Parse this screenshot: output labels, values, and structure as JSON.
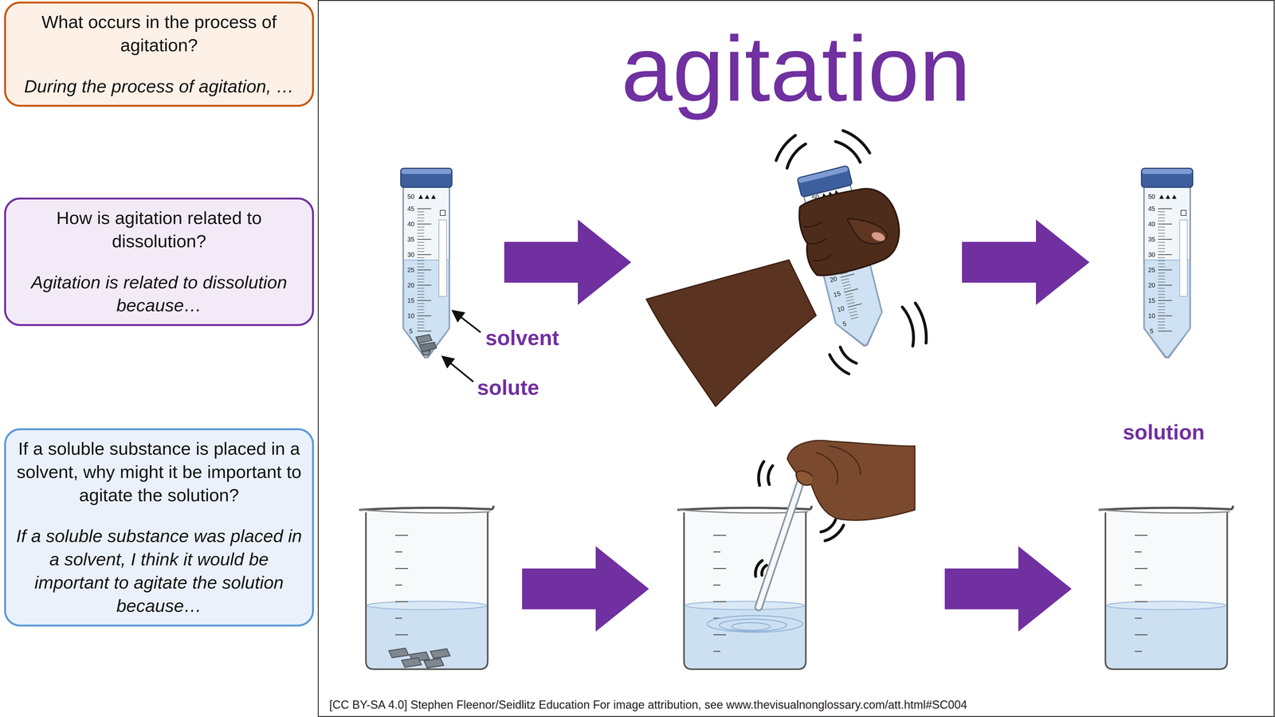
{
  "diagram": {
    "title": "agitation",
    "nodes": [
      {
        "text": [
          "What occurs in the process of agitation?",
          "During the process of agitation, …"
        ]
      },
      {
        "text": [
          "How is agitation related to dissolution?",
          "Agitation is related to dissolution because…"
        ]
      },
      {
        "text": [
          "If a soluble substance is placed in a solvent, why might it be important to agitate the solution?",
          "If a soluble substance was placed in a solvent, I think it would be important to agitate the solution because…"
        ]
      }
    ],
    "labels": [
      "50",
      "45",
      "40",
      "35",
      "30",
      "25",
      "20",
      "15",
      "10",
      "5",
      "solvent",
      "solute",
      "50",
      "20",
      "15",
      "10",
      "5",
      "50",
      "45",
      "40",
      "35",
      "30",
      "25",
      "20",
      "15",
      "10",
      "5",
      "solution",
      "[CC BY-SA 4.0] Stephen Fleenor/Seidlitz Education For image attribution, see www.thevisualnonglossary.com/att.html#SC004"
    ]
  }
}
